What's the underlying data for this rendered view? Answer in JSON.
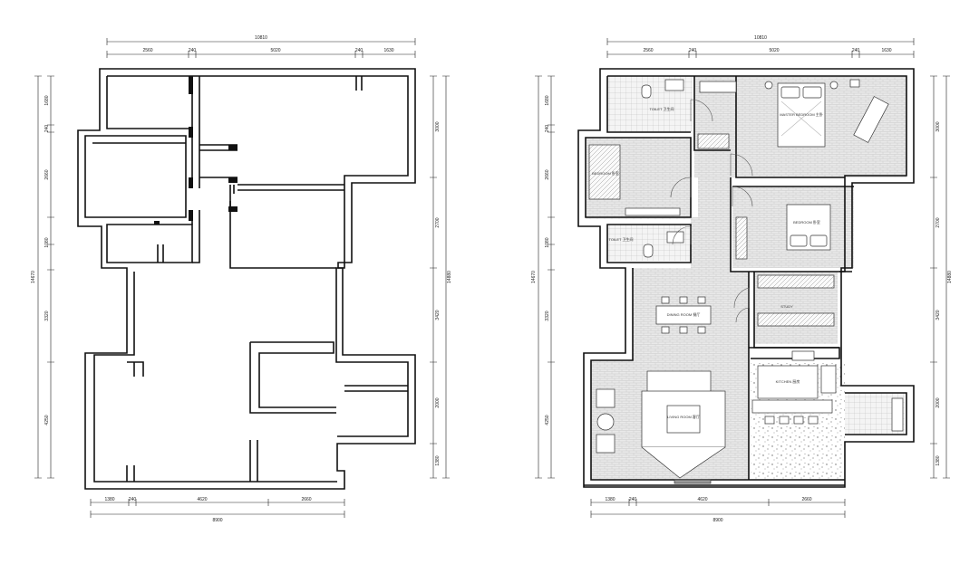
{
  "left_plan": {
    "dimensions": {
      "top_total": "10810",
      "top_segments": [
        "2560",
        "240",
        "5020",
        "240",
        "1630"
      ],
      "bottom_segments": [
        "1380",
        "240",
        "4620",
        "2660"
      ],
      "bottom_total": "8900",
      "left_total": "14670",
      "left_segments": [
        "1680",
        "240",
        "2660",
        "1080",
        "3320",
        "4250"
      ],
      "right_total": "14880",
      "right_segments": [
        "3000",
        "2700",
        "3420",
        "2000",
        "1380"
      ]
    }
  },
  "right_plan": {
    "dimensions": {
      "top_total": "10810",
      "top_segments": [
        "2560",
        "240",
        "5020",
        "240",
        "1630"
      ],
      "bottom_segments": [
        "1380",
        "240",
        "4620",
        "2660"
      ],
      "bottom_total": "8900",
      "left_total": "14670",
      "left_segments": [
        "1680",
        "240",
        "2660",
        "1080",
        "3320",
        "4250"
      ],
      "right_total": "14880",
      "right_segments": [
        "3000",
        "2700",
        "3420",
        "2000",
        "1380"
      ]
    },
    "rooms": {
      "toilet_1": "TOILET 卫生间",
      "master_bedroom": "MASTER BEDROOM 主卧",
      "bedroom_1": "BEDROOM 卧室",
      "bedroom_2": "BEDROOM 卧室",
      "toilet_2": "TOILET 卫生间",
      "study": "STUDY",
      "dining_room": "DINING ROOM 餐厅",
      "kitchen": "KITCHEN 厨房",
      "living_room": "LIVING ROOM 客厅"
    }
  }
}
